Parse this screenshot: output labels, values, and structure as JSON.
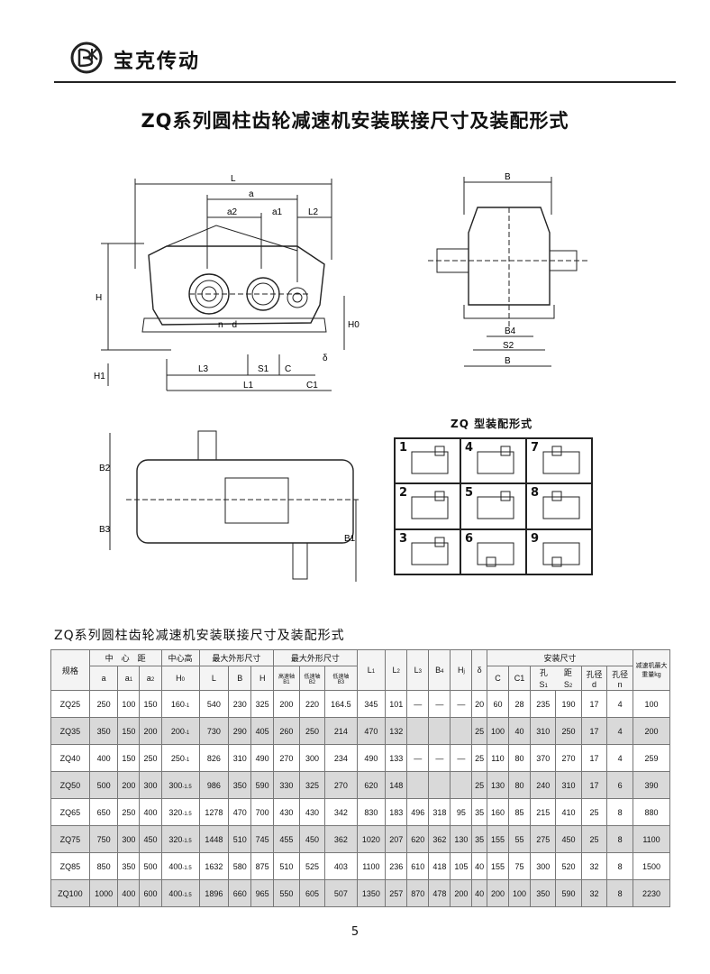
{
  "header": {
    "brand": "宝克传动"
  },
  "title": "ZQ系列圆柱齿轮减速机安装联接尺寸及装配形式",
  "drawing_labels": {
    "L": "L",
    "a": "a",
    "a2": "a2",
    "a1": "a1",
    "L2": "L2",
    "H": "H",
    "H0": "H0",
    "H1": "H1",
    "nd": "n－d",
    "L3": "L3",
    "S1": "S1",
    "C": "C",
    "L1": "L1",
    "C1": "C1",
    "delta": "δ",
    "B": "B",
    "B4": "B4",
    "S2": "S2",
    "B2": "B2",
    "B3": "B3",
    "B1": "B1"
  },
  "assembly": {
    "title": "ZQ 型装配形式",
    "cells": [
      "1",
      "4",
      "7",
      "2",
      "5",
      "8",
      "3",
      "6",
      "9"
    ]
  },
  "table_title": "ZQ系列圆柱齿轮减速机安装联接尺寸及装配形式",
  "table": {
    "h": {
      "spec": "规格",
      "center": "中　心　距",
      "a": "a",
      "a1": "a",
      "a1s": "1",
      "a2": "a",
      "a2s": "2",
      "chg": "中心高",
      "h0": "H",
      "h0s": "0",
      "outer": "最大外形尺寸",
      "L": "L",
      "B": "B",
      "H": "H",
      "outer2": "最大外形尺寸",
      "hs": "高速轴",
      "ls1": "低速轴",
      "ls2": "低速轴",
      "b1": "B",
      "b1s": "1",
      "b2": "B",
      "b2s": "2",
      "b3": "B",
      "b3s": "3",
      "L1": "L",
      "L1s": "1",
      "L2": "L",
      "L2s": "2",
      "L3": "L",
      "L3s": "3",
      "B4": "B",
      "B4s": "4",
      "Hh": "H",
      "Hhs": "j",
      "delta": "δ",
      "install": "安装尺寸",
      "C": "C",
      "C1": "C1",
      "holedist": "孔　　距",
      "S1": "S",
      "S1s": "1",
      "S2": "S",
      "S2s": "2",
      "kj1": "孔径",
      "d": "d",
      "kj2": "孔径",
      "n": "n",
      "weight": "减速机最大重量kg"
    },
    "rows": [
      {
        "spec": "ZQ25",
        "a": "250",
        "a1": "100",
        "a2": "150",
        "h0": "160",
        "h0s": "-1",
        "L": "540",
        "B": "230",
        "H": "325",
        "b1": "200",
        "b2": "220",
        "b3": "164.5",
        "L1": "345",
        "L2": "101",
        "L3": "—",
        "B4": "—",
        "Hh": "—",
        "delta": "20",
        "C": "60",
        "C1": "28",
        "S1": "235",
        "S2": "190",
        "d": "17",
        "n": "4",
        "w": "100"
      },
      {
        "spec": "ZQ35",
        "a": "350",
        "a1": "150",
        "a2": "200",
        "h0": "200",
        "h0s": "-1",
        "L": "730",
        "B": "290",
        "H": "405",
        "b1": "260",
        "b2": "250",
        "b3": "214",
        "L1": "470",
        "L2": "132",
        "L3": "",
        "B4": "",
        "Hh": "",
        "delta": "25",
        "C": "100",
        "C1": "40",
        "S1": "310",
        "S2": "250",
        "d": "17",
        "n": "4",
        "w": "200"
      },
      {
        "spec": "ZQ40",
        "a": "400",
        "a1": "150",
        "a2": "250",
        "h0": "250",
        "h0s": "-1",
        "L": "826",
        "B": "310",
        "H": "490",
        "b1": "270",
        "b2": "300",
        "b3": "234",
        "L1": "490",
        "L2": "133",
        "L3": "—",
        "B4": "—",
        "Hh": "—",
        "delta": "25",
        "C": "110",
        "C1": "80",
        "S1": "370",
        "S2": "270",
        "d": "17",
        "n": "4",
        "w": "259"
      },
      {
        "spec": "ZQ50",
        "a": "500",
        "a1": "200",
        "a2": "300",
        "h0": "300",
        "h0s": "-1.5",
        "L": "986",
        "B": "350",
        "H": "590",
        "b1": "330",
        "b2": "325",
        "b3": "270",
        "L1": "620",
        "L2": "148",
        "L3": "",
        "B4": "",
        "Hh": "",
        "delta": "25",
        "C": "130",
        "C1": "80",
        "S1": "240",
        "S2": "310",
        "d": "17",
        "n": "6",
        "w": "390"
      },
      {
        "spec": "ZQ65",
        "a": "650",
        "a1": "250",
        "a2": "400",
        "h0": "320",
        "h0s": "-1.5",
        "L": "1278",
        "B": "470",
        "H": "700",
        "b1": "430",
        "b2": "430",
        "b3": "342",
        "L1": "830",
        "L2": "183",
        "L3": "496",
        "B4": "318",
        "Hh": "95",
        "delta": "35",
        "C": "160",
        "C1": "85",
        "S1": "215",
        "S2": "410",
        "d": "25",
        "n": "8",
        "w": "880"
      },
      {
        "spec": "ZQ75",
        "a": "750",
        "a1": "300",
        "a2": "450",
        "h0": "320",
        "h0s": "-1.5",
        "L": "1448",
        "B": "510",
        "H": "745",
        "b1": "455",
        "b2": "450",
        "b3": "362",
        "L1": "1020",
        "L2": "207",
        "L3": "620",
        "B4": "362",
        "Hh": "130",
        "delta": "35",
        "C": "155",
        "C1": "55",
        "S1": "275",
        "S2": "450",
        "d": "25",
        "n": "8",
        "w": "1100"
      },
      {
        "spec": "ZQ85",
        "a": "850",
        "a1": "350",
        "a2": "500",
        "h0": "400",
        "h0s": "-1.5",
        "L": "1632",
        "B": "580",
        "H": "875",
        "b1": "510",
        "b2": "525",
        "b3": "403",
        "L1": "1100",
        "L2": "236",
        "L3": "610",
        "B4": "418",
        "Hh": "105",
        "delta": "40",
        "C": "155",
        "C1": "75",
        "S1": "300",
        "S2": "520",
        "d": "32",
        "n": "8",
        "w": "1500"
      },
      {
        "spec": "ZQ100",
        "a": "1000",
        "a1": "400",
        "a2": "600",
        "h0": "400",
        "h0s": "-1.5",
        "L": "1896",
        "B": "660",
        "H": "965",
        "b1": "550",
        "b2": "605",
        "b3": "507",
        "L1": "1350",
        "L2": "257",
        "L3": "870",
        "B4": "478",
        "Hh": "200",
        "delta": "40",
        "C": "200",
        "C1": "100",
        "S1": "350",
        "S2": "590",
        "d": "32",
        "n": "8",
        "w": "2230"
      }
    ]
  },
  "page_number": "5"
}
